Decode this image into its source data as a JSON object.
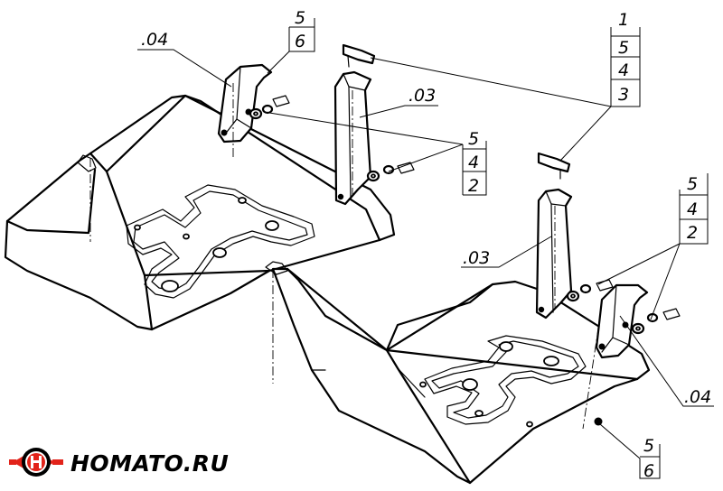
{
  "labels": {
    "part_04_top": ".04",
    "part_03_top": ".03",
    "part_03_bottom": ".03",
    "part_04_bottom": ".04",
    "stack_top_left": [
      "5",
      "6"
    ],
    "stack_top_right": [
      "1",
      "5",
      "4",
      "3"
    ],
    "stack_middle": [
      "5",
      "4",
      "2"
    ],
    "stack_right": [
      "5",
      "4",
      "2"
    ],
    "stack_bottom": [
      "5",
      "6"
    ]
  },
  "logo": {
    "text": "HOMATO.RU"
  },
  "colors": {
    "line": "#000000",
    "background": "#ffffff",
    "logo_red": "#e2231a"
  }
}
